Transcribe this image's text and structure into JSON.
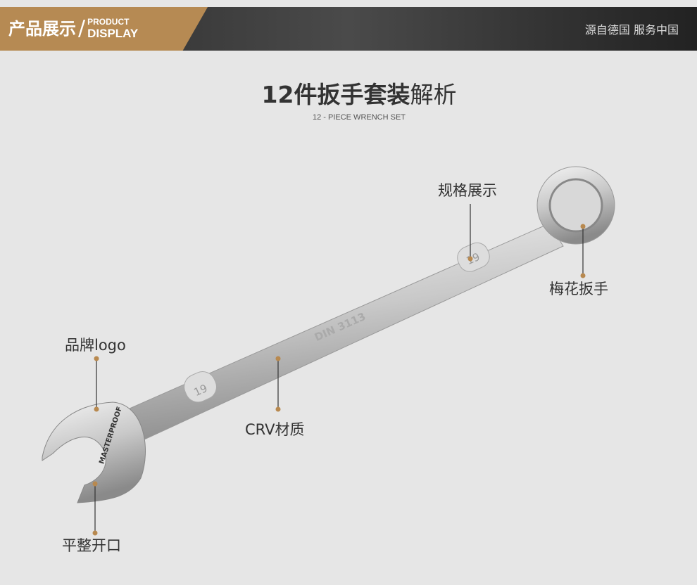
{
  "header": {
    "title_cn": "产品展示",
    "slash": "/",
    "title_en_1": "PRODUCT",
    "title_en_2": "DISPLAY",
    "slogan": "源自德国 服务中国"
  },
  "heading": {
    "title_bold": "12件扳手套装",
    "title_rest": "解析",
    "subtitle": "12 - PIECE WRENCH SET"
  },
  "wrench": {
    "size_mark": "19",
    "standard": "DIN 3113",
    "brand_logo": "MASTERPROOF"
  },
  "callouts": {
    "spec": "规格展示",
    "ring": "梅花扳手",
    "brand": "品牌logo",
    "material": "CRV材质",
    "open_end": "平整开口"
  },
  "colors": {
    "gold": "#b68a53",
    "dot": "#b8894f"
  }
}
